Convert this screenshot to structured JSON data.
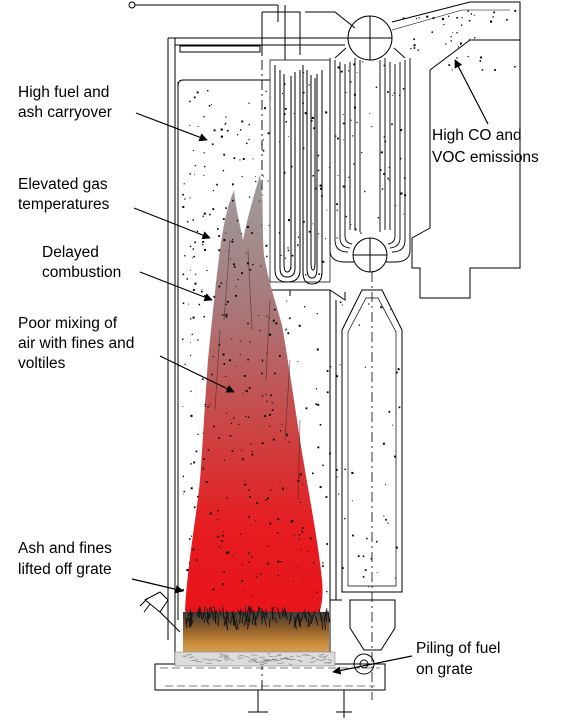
{
  "annotations": {
    "fuel_carryover": [
      "High fuel and",
      "ash carryover"
    ],
    "emissions": [
      "High CO and",
      "VOC emissions"
    ],
    "gas_temperatures": [
      "Elevated gas",
      "temperatures"
    ],
    "delayed_combustion": [
      "Delayed",
      "combustion"
    ],
    "poor_mixing": [
      "Poor mixing of",
      "air with fines and",
      "voltiles"
    ],
    "ash_lifted": [
      "Ash and fines",
      "lifted off grate"
    ],
    "fuel_piling": [
      "Piling of fuel",
      "on grate"
    ]
  },
  "colors": {
    "flame_top": "#a1a1a1",
    "flame_mid": "#b05050",
    "flame_base": "#e8141a",
    "fuel_bed_top": "#2a2a2a",
    "fuel_bed": "#c98a3a",
    "ash_layer": "#e0e0e0",
    "line": "#000000"
  }
}
